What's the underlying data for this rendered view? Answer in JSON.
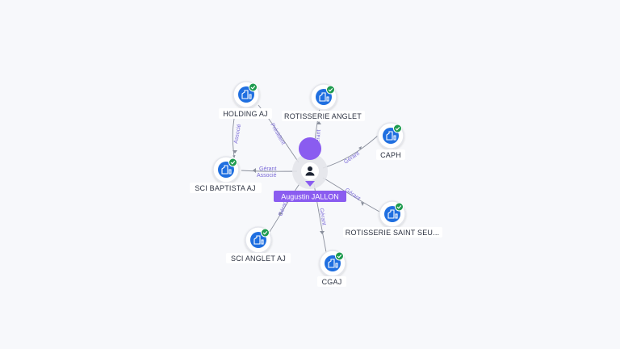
{
  "center": {
    "name": "Augustin JALLON",
    "icon": "person-icon"
  },
  "companies": [
    {
      "key": "holding-aj",
      "name": "HOLDING AJ",
      "icon": "building-icon",
      "status_icon": "verified-check-icon"
    },
    {
      "key": "rotisserie-anglet",
      "name": "ROTISSERIE ANGLET",
      "icon": "building-icon",
      "status_icon": "verified-check-icon"
    },
    {
      "key": "caph",
      "name": "CAPH",
      "icon": "building-icon",
      "status_icon": "verified-check-icon"
    },
    {
      "key": "sci-baptista-aj",
      "name": "SCI BAPTISTA AJ",
      "icon": "building-icon",
      "status_icon": "verified-check-icon"
    },
    {
      "key": "rotisserie-saint-seu",
      "name": "ROTISSERIE SAINT SEU...",
      "icon": "building-icon",
      "status_icon": "verified-check-icon"
    },
    {
      "key": "sci-anglet-aj",
      "name": "SCI ANGLET AJ",
      "icon": "building-icon",
      "status_icon": "verified-check-icon"
    },
    {
      "key": "cgaj",
      "name": "CGAJ",
      "icon": "building-icon",
      "status_icon": "verified-check-icon"
    }
  ],
  "edge_labels": {
    "holding_president": "Président",
    "holding_associe": "Associé",
    "rotisserie_anglet": "Gérant",
    "caph": "Gérant",
    "sci_baptista_gerant": "Gérant",
    "sci_baptista_associe": "Associé",
    "rotisserie_saint_seu": "Gérant",
    "sci_anglet": "Gérant",
    "cgaj": "Gérant"
  },
  "colors": {
    "company_icon": "#1f6fe0",
    "verified_badge": "#1e9b4f",
    "center_accent": "#8a5cf0",
    "edge_line": "#8a8f9c",
    "edge_label": "#7c6cd8"
  }
}
